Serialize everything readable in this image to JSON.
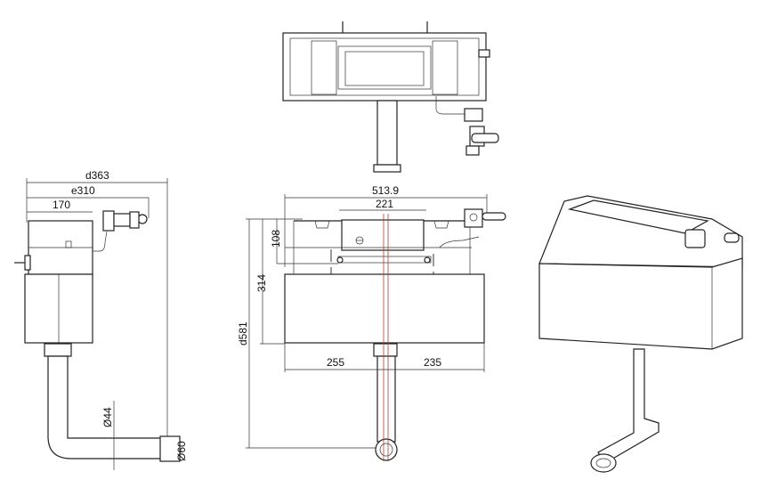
{
  "side_view": {
    "overall_depth": "d363",
    "valve_depth": "e310",
    "tank_depth": "170",
    "pipe_diameter": "Ø44",
    "outlet_diameter": "Ø60"
  },
  "front_view": {
    "overall_width": "513.9",
    "lid_width": "221",
    "top_height": "108",
    "tank_height": "314",
    "overall_height": "d581",
    "left_offset": "255",
    "right_offset": "235"
  }
}
